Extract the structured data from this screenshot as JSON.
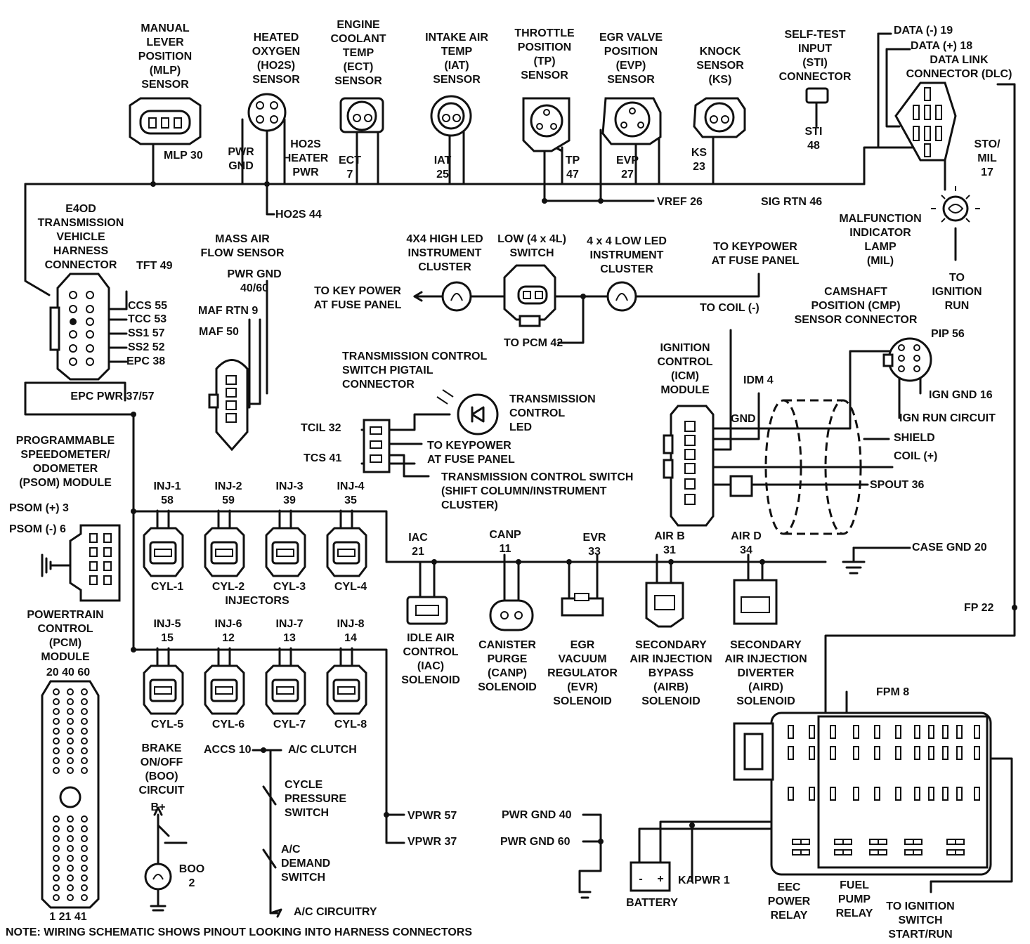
{
  "labels": {
    "mlp_title": [
      "MANUAL",
      "LEVER",
      "POSITION",
      "(MLP)",
      "SENSOR"
    ],
    "ho2s_title": [
      "HEATED",
      "OXYGEN",
      "(HO2S)",
      "SENSOR"
    ],
    "ect_title": [
      "ENGINE",
      "COOLANT",
      "TEMP",
      "(ECT)",
      "SENSOR"
    ],
    "iat_title": [
      "INTAKE AIR",
      "TEMP",
      "(IAT)",
      "SENSOR"
    ],
    "tp_title": [
      "THROTTLE",
      "POSITION",
      "(TP)",
      "SENSOR"
    ],
    "evp_title": [
      "EGR VALVE",
      "POSITION",
      "(EVP)",
      "SENSOR"
    ],
    "ks_title": [
      "KNOCK",
      "SENSOR",
      "(KS)"
    ],
    "sti_title": [
      "SELF-TEST",
      "INPUT",
      "(STI)",
      "CONNECTOR"
    ],
    "dlc_data_neg": "DATA (-) 19",
    "dlc_data_pos": "DATA (+) 18",
    "dlc_title": [
      "DATA LINK",
      "CONNECTOR (DLC)"
    ],
    "mlp_30": "MLP 30",
    "pwr_gnd": [
      "PWR",
      "GND"
    ],
    "ho2s_heater": [
      "HO2S",
      "HEATER",
      "PWR"
    ],
    "ect_7": [
      "ECT",
      "7"
    ],
    "iat_25": [
      "IAT",
      "25"
    ],
    "tp_47": [
      "TP",
      "47"
    ],
    "evp_27": [
      "EVP",
      "27"
    ],
    "ks_23": [
      "KS",
      "23"
    ],
    "sti_48": [
      "STI",
      "48"
    ],
    "sto_mil": [
      "STO/",
      "MIL",
      "17"
    ],
    "vref_26": "VREF 26",
    "sig_rtn_46": "SIG RTN 46",
    "ho2s_44": "HO2S 44",
    "e4od": [
      "E4OD",
      "TRANSMISSION",
      "VEHICLE",
      "HARNESS",
      "CONNECTOR"
    ],
    "tft_49": "TFT 49",
    "ccs_55": "CCS 55",
    "tcc_53": "TCC 53",
    "ss1_57": "SS1 57",
    "ss2_52": "SS2 52",
    "epc_38": "EPC 38",
    "epc_pwr": "EPC PWR 37/57",
    "maf_title": [
      "MASS AIR",
      "FLOW SENSOR"
    ],
    "maf_pwr_gnd": [
      "PWR GND",
      "40/60"
    ],
    "maf_rtn_9": "MAF RTN 9",
    "maf_50": "MAF 50",
    "led_high": [
      "4X4 HIGH LED",
      "INSTRUMENT",
      "CLUSTER"
    ],
    "low_switch": [
      "LOW (4 x 4L)",
      "SWITCH"
    ],
    "led_low": [
      "4 x 4 LOW LED",
      "INSTRUMENT",
      "CLUSTER"
    ],
    "to_keypower_top": [
      "TO KEYPOWER",
      "AT FUSE PANEL"
    ],
    "to_key_power_left": [
      "TO KEY POWER",
      "AT FUSE PANEL"
    ],
    "to_pcm_42": "TO PCM 42",
    "mil": [
      "MALFUNCTION",
      "INDICATOR",
      "LAMP",
      "(MIL)"
    ],
    "to_ign_run": [
      "TO",
      "IGNITION",
      "RUN"
    ],
    "cmp": [
      "CAMSHAFT",
      "POSITION (CMP)",
      "SENSOR CONNECTOR"
    ],
    "pip_56": "PIP 56",
    "ign_gnd_16": "IGN GND 16",
    "ign_run_circuit": "IGN RUN CIRCUIT",
    "to_coil": "TO COIL (-)",
    "icm": [
      "IGNITION",
      "CONTROL",
      "(ICM)",
      "MODULE"
    ],
    "idm_4": "IDM 4",
    "gnd": "GND",
    "shield": "SHIELD",
    "coil_pos": "COIL (+)",
    "spout_36": "SPOUT 36",
    "tcs_pigtail": [
      "TRANSMISSION CONTROL",
      "SWITCH PIGTAIL",
      "CONNECTOR"
    ],
    "tc_led": [
      "TRANSMISSION",
      "CONTROL",
      "LED"
    ],
    "tcil_32": "TCIL 32",
    "tcs_41": "TCS 41",
    "to_keypower_mid": [
      "TO KEYPOWER",
      "AT FUSE PANEL"
    ],
    "tcs_switch": [
      "TRANSMISSION CONTROL SWITCH",
      "(SHIFT COLUMN/INSTRUMENT",
      "CLUSTER)"
    ],
    "psom": [
      "PROGRAMMABLE",
      "SPEEDOMETER/",
      "ODOMETER",
      "(PSOM) MODULE"
    ],
    "psom_pos": "PSOM (+) 3",
    "psom_neg": "PSOM (-) 6",
    "pcm": [
      "POWERTRAIN",
      "CONTROL",
      "(PCM)",
      "MODULE"
    ],
    "pcm_top_pins": "20  40  60",
    "pcm_bottom_pins": "1  21  41",
    "injectors_top": [
      {
        "name": "INJ-1",
        "pin": "58",
        "cyl": "CYL-1"
      },
      {
        "name": "INJ-2",
        "pin": "59",
        "cyl": "CYL-2"
      },
      {
        "name": "INJ-3",
        "pin": "39",
        "cyl": "CYL-3"
      },
      {
        "name": "INJ-4",
        "pin": "35",
        "cyl": "CYL-4"
      }
    ],
    "injectors_bottom": [
      {
        "name": "INJ-5",
        "pin": "15",
        "cyl": "CYL-5"
      },
      {
        "name": "INJ-6",
        "pin": "12",
        "cyl": "CYL-6"
      },
      {
        "name": "INJ-7",
        "pin": "13",
        "cyl": "CYL-7"
      },
      {
        "name": "INJ-8",
        "pin": "14",
        "cyl": "CYL-8"
      }
    ],
    "injectors": "INJECTORS",
    "iac": [
      "IAC",
      "21"
    ],
    "canp": [
      "CANP",
      "11"
    ],
    "evr": [
      "EVR",
      "33"
    ],
    "airb": [
      "AIR B",
      "31"
    ],
    "aird": [
      "AIR D",
      "34"
    ],
    "iac_name": [
      "IDLE AIR",
      "CONTROL",
      "(IAC)",
      "SOLENOID"
    ],
    "canp_name": [
      "CANISTER",
      "PURGE",
      "(CANP)",
      "SOLENOID"
    ],
    "evr_name": [
      "EGR",
      "VACUUM",
      "REGULATOR",
      "(EVR)",
      "SOLENOID"
    ],
    "airb_name": [
      "SECONDARY",
      "AIR INJECTION",
      "BYPASS",
      "(AIRB)",
      "SOLENOID"
    ],
    "aird_name": [
      "SECONDARY",
      "AIR INJECTION",
      "DIVERTER",
      "(AIRD)",
      "SOLENOID"
    ],
    "case_gnd_20": "CASE GND 20",
    "fp_22": "FP 22",
    "fpm_8": "FPM 8",
    "boo": [
      "BRAKE",
      "ON/OFF",
      "(BOO)",
      "CIRCUIT"
    ],
    "b_plus": "B+",
    "boo_2": [
      "BOO",
      "2"
    ],
    "accs_10": "ACCS 10",
    "ac_clutch": "A/C CLUTCH",
    "cycle_switch": [
      "CYCLE",
      "PRESSURE",
      "SWITCH"
    ],
    "ac_demand": [
      "A/C",
      "DEMAND",
      "SWITCH"
    ],
    "ac_circuitry": "A/C CIRCUITRY",
    "vpwr_57": "VPWR 57",
    "vpwr_37": "VPWR 37",
    "pwr_gnd_40": "PWR GND 40",
    "pwr_gnd_60": "PWR GND 60",
    "kapwr_1": "KAPWR 1",
    "battery": "BATTERY",
    "battery_neg": "-",
    "battery_pos": "+",
    "eec_relay": [
      "EEC",
      "POWER",
      "RELAY"
    ],
    "fuel_pump_relay": [
      "FUEL",
      "PUMP",
      "RELAY"
    ],
    "to_ign_switch": [
      "TO IGNITION",
      "SWITCH",
      "START/RUN"
    ],
    "note": "NOTE: WIRING SCHEMATIC SHOWS PINOUT LOOKING INTO HARNESS CONNECTORS"
  }
}
